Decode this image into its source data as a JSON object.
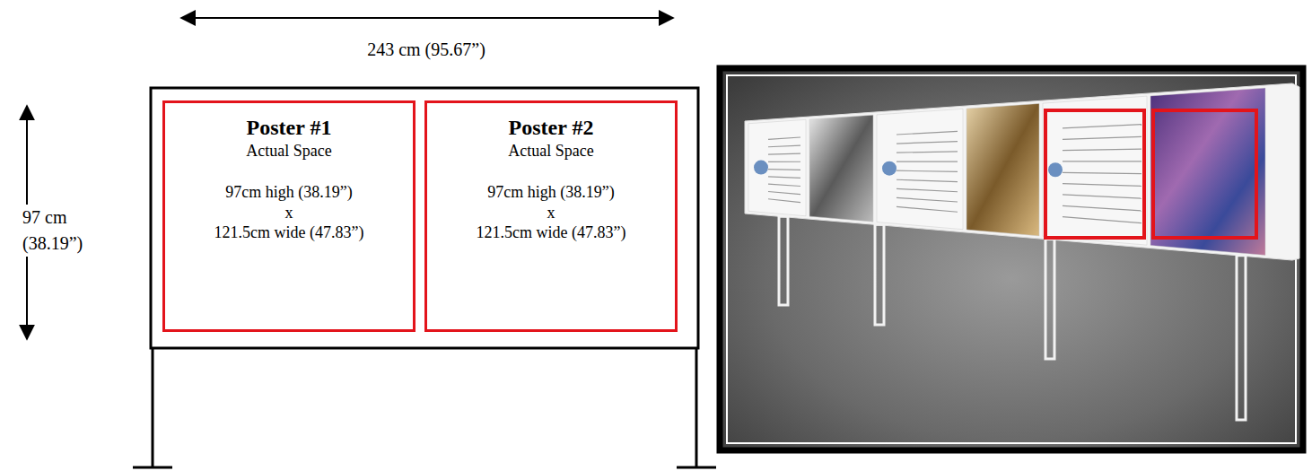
{
  "diagram": {
    "nodes": [
      {
        "text": [
          "Poster #1",
          "Actual Space",
          "97cm high (38.19”)",
          "x",
          "121.5cm wide (47.83”)"
        ]
      },
      {
        "text": [
          "Poster #2",
          "Actual Space",
          "97cm high (38.19”)",
          "x",
          "121.5cm wide (47.83”)"
        ]
      }
    ],
    "labels": [
      "243 cm (95.67”)",
      "97 cm (38.19”)"
    ]
  }
}
